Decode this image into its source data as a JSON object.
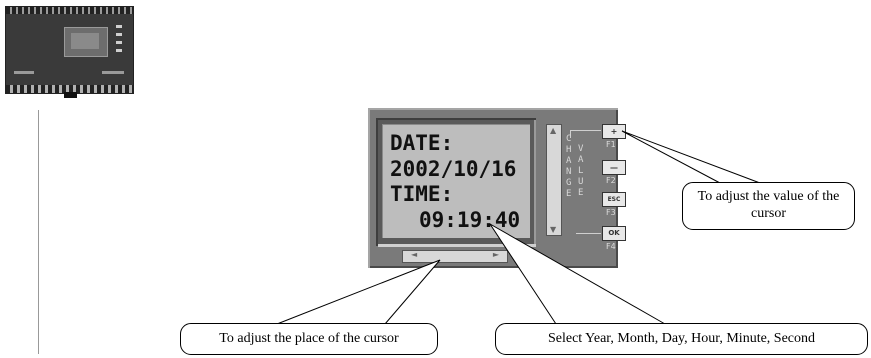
{
  "lcd": {
    "line1": "DATE:",
    "line2": "2002/10/16",
    "line3": "TIME:",
    "line4": "09:19:40"
  },
  "side_label": {
    "change": "CHANGE",
    "value": "VALUE"
  },
  "function_keys": [
    {
      "key": "+",
      "caption": "F1"
    },
    {
      "key": "—",
      "caption": "F2"
    },
    {
      "key": "ESC",
      "caption": "F3"
    },
    {
      "key": "OK",
      "caption": "F4"
    }
  ],
  "scroll_arrows": {
    "up": "▲",
    "down": "▼",
    "left": "◄",
    "right": "►"
  },
  "callouts": {
    "value": "To adjust the value of the cursor",
    "place": "To adjust the place of the cursor",
    "select": "Select Year, Month, Day, Hour, Minute, Second"
  }
}
